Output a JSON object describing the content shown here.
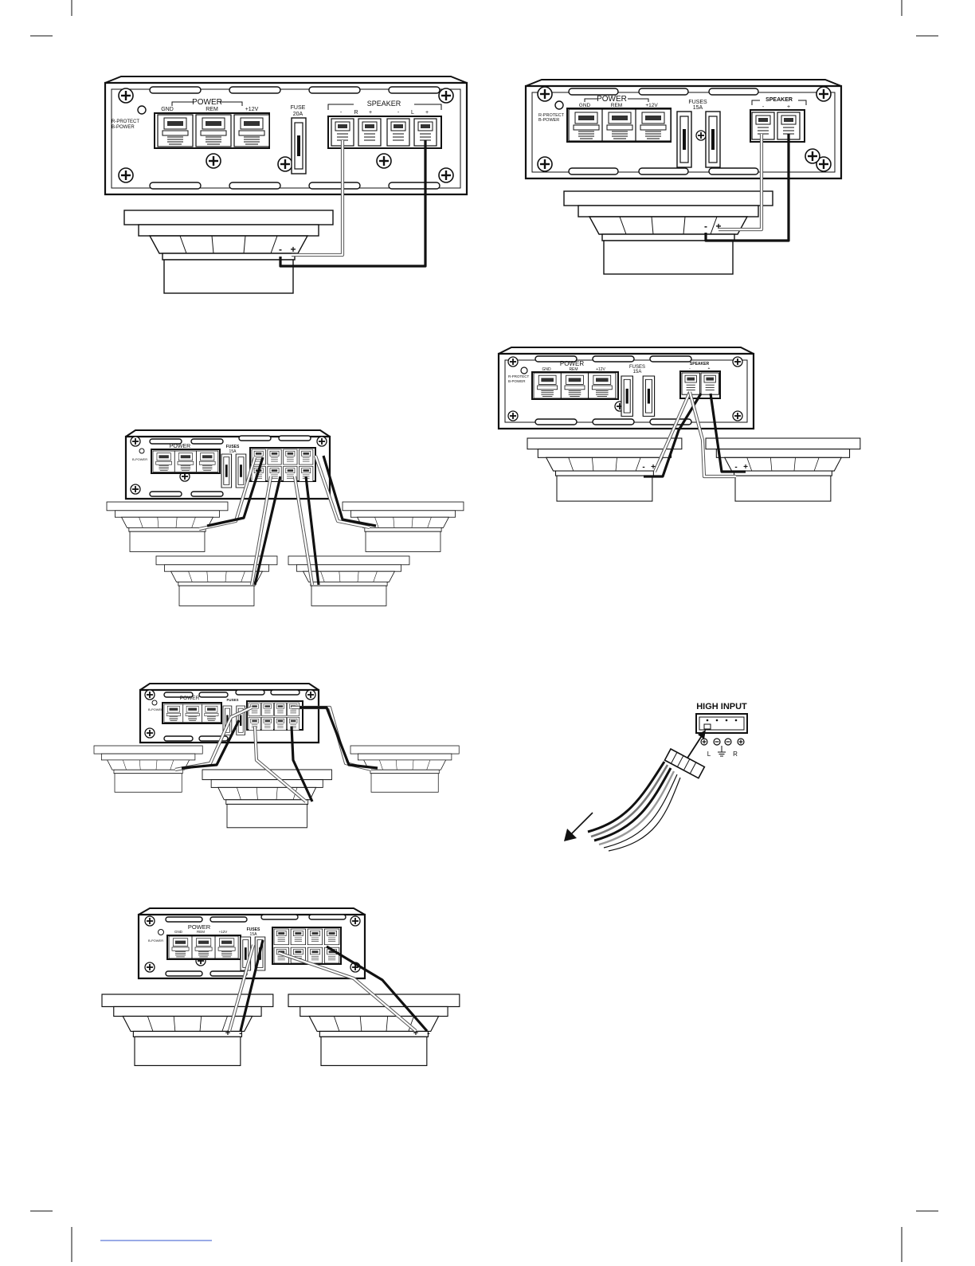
{
  "labels": {
    "power": "POWER",
    "gnd": "GND",
    "rem": "REM",
    "v12": "+12V",
    "speaker": "SPEAKER",
    "fuse20": "FUSE",
    "fuse20_amp": "20A",
    "fuses15": "FUSES",
    "fuses15_amp": "15A",
    "fuses15_short": "15A",
    "fuses_small": "FUSES",
    "protect": "R-PROTECT",
    "power_led": "B-POWER",
    "spk_r": "R",
    "spk_l": "L",
    "minus": "-",
    "plus": "+",
    "high_input": "HIGH INPUT",
    "hi_l": "L",
    "hi_r": "R"
  },
  "icons": {
    "screw": "screw-icon",
    "ground": "ground-symbol-icon",
    "arrow": "arrow-down-left-icon",
    "led": "led-indicator-icon"
  },
  "colors": {
    "line": "#111111",
    "paper": "#ffffff",
    "wire_light": "#555555"
  }
}
